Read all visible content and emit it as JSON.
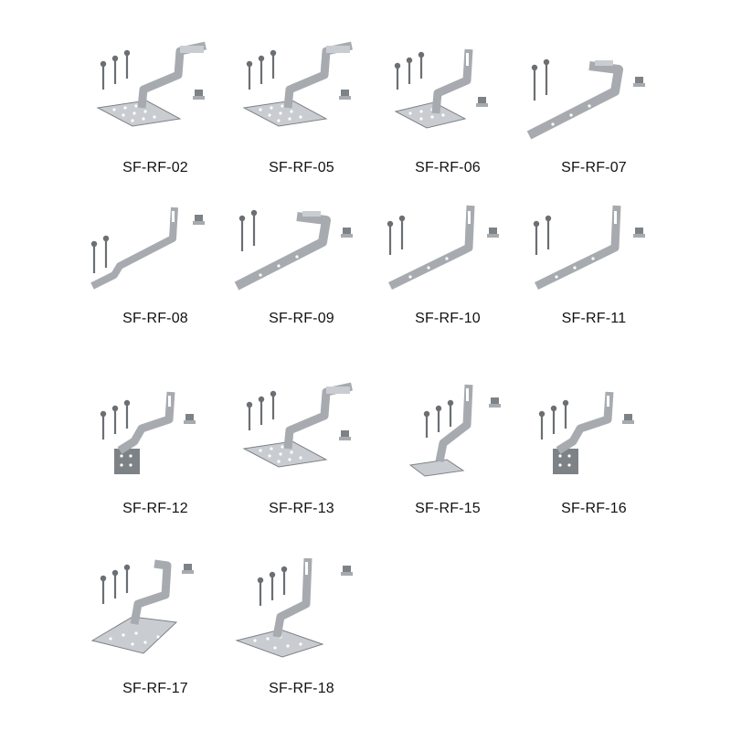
{
  "catalog": {
    "items": [
      {
        "model": "SF-RF-02",
        "variant": "hook-wide-base"
      },
      {
        "model": "SF-RF-05",
        "variant": "hook-wide-base"
      },
      {
        "model": "SF-RF-06",
        "variant": "hook-slot-base"
      },
      {
        "model": "SF-RF-07",
        "variant": "long-hook-flat"
      },
      {
        "model": "SF-RF-08",
        "variant": "long-slot-step"
      },
      {
        "model": "SF-RF-09",
        "variant": "long-hook-flat"
      },
      {
        "model": "SF-RF-10",
        "variant": "long-slot-flat"
      },
      {
        "model": "SF-RF-11",
        "variant": "long-slot-flat"
      },
      {
        "model": "SF-RF-12",
        "variant": "slot-side-plate"
      },
      {
        "model": "SF-RF-13",
        "variant": "hook-wide-base"
      },
      {
        "model": "SF-RF-15",
        "variant": "slot-small-base"
      },
      {
        "model": "SF-RF-16",
        "variant": "slot-side-plate"
      },
      {
        "model": "SF-RF-17",
        "variant": "hook-side-plate"
      },
      {
        "model": "SF-RF-18",
        "variant": "slot-wide-base"
      }
    ]
  },
  "colors": {
    "metal": "#a7abb0",
    "metal_dark": "#7d8287",
    "metal_light": "#c9cdd1",
    "screw": "#6b6f73",
    "text": "#111111"
  },
  "icons": {
    "bracket": "roof-hook-bracket-icon",
    "screw": "screw-icon",
    "nut": "hammer-nut-icon"
  }
}
